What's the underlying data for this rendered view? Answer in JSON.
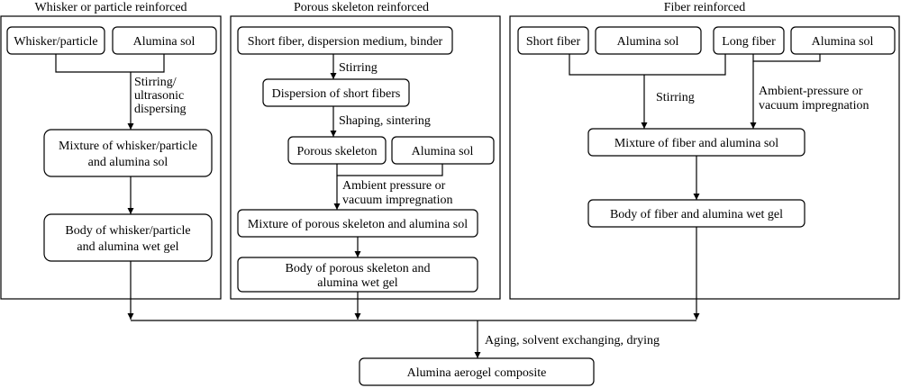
{
  "panels": {
    "whisker": {
      "title": "Whisker or particle reinforced",
      "box_whisker": "Whisker/particle",
      "box_sol": "Alumina sol",
      "step_1": [
        "Stirring/",
        "ultrasonic",
        "dispersing"
      ],
      "box_mixture": [
        "Mixture of whisker/particle",
        "and alumina sol"
      ],
      "box_body": [
        "Body of whisker/particle",
        "and alumina wet gel"
      ]
    },
    "porous": {
      "title": "Porous skeleton reinforced",
      "box_inputs": "Short fiber, dispersion medium, binder",
      "step_1": "Stirring",
      "box_dispersion": "Dispersion of short fibers",
      "step_2": "Shaping, sintering",
      "box_skeleton": "Porous skeleton",
      "box_sol": "Alumina sol",
      "step_3": [
        "Ambient pressure or",
        "vacuum impregnation"
      ],
      "box_mixture": "Mixture of porous skeleton and alumina sol",
      "box_body": [
        "Body of porous skeleton and",
        "alumina wet gel"
      ]
    },
    "fiber": {
      "title": "Fiber reinforced",
      "box_short": "Short fiber",
      "box_sol_1": "Alumina sol",
      "box_long": "Long fiber",
      "box_sol_2": "Alumina sol",
      "step_short": "Stirring",
      "step_long": [
        "Ambient-pressure or",
        "vacuum impregnation"
      ],
      "box_mixture": "Mixture of fiber and alumina sol",
      "box_body": "Body of fiber and alumina wet gel"
    }
  },
  "final": {
    "step": "Aging, solvent exchanging, drying",
    "box": "Alumina aerogel composite"
  }
}
